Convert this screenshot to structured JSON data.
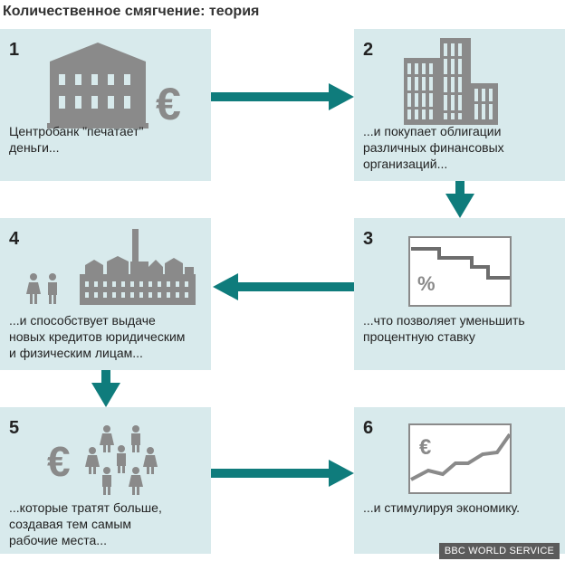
{
  "title": "Количественное смягчение: теория",
  "colors": {
    "panel": "#d8eaec",
    "arrow": "#0f7c7c",
    "icon": "#8a8a8a"
  },
  "steps": [
    {
      "number": "1",
      "text": "Центробанк \"печатает\"\nденьги...",
      "icon": "bank-euro-icon"
    },
    {
      "number": "2",
      "text": "...и покупает облигации\nразличных финансовых\nорганизаций...",
      "icon": "office-buildings-icon"
    },
    {
      "number": "3",
      "text": "...что позволяет уменьшить\nпроцентную ставку",
      "icon": "falling-rate-chart-icon"
    },
    {
      "number": "4",
      "text": "...и способствует выдаче\nновых кредитов юридическим\nи физическим лицам...",
      "icon": "people-factory-icon"
    },
    {
      "number": "5",
      "text": "...которые тратят больше,\nсоздавая тем самым\nрабочие места...",
      "icon": "euro-crowd-icon"
    },
    {
      "number": "6",
      "text": "...и стимулируя экономику.",
      "icon": "rising-euro-chart-icon"
    }
  ],
  "chart_labels": {
    "percent": "%",
    "euro": "€"
  },
  "credit": "BBC WORLD SERVICE"
}
